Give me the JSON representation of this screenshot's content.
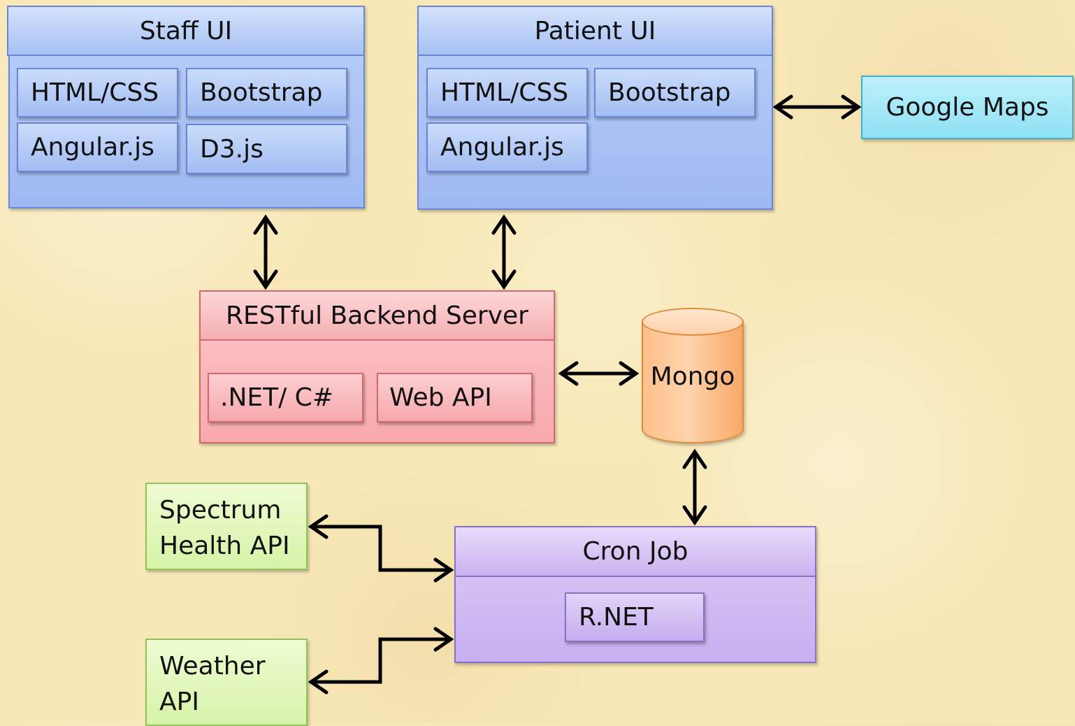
{
  "staff_ui": {
    "title": "Staff UI",
    "components": [
      "HTML/CSS",
      "Bootstrap",
      "Angular.js",
      "D3.js"
    ]
  },
  "patient_ui": {
    "title": "Patient UI",
    "components": [
      "HTML/CSS",
      "Bootstrap",
      "Angular.js"
    ]
  },
  "google_maps": {
    "label": "Google Maps"
  },
  "backend": {
    "title": "RESTful Backend Server",
    "components": [
      ".NET/ C#",
      "Web API"
    ]
  },
  "database": {
    "label": "Mongo"
  },
  "cron_job": {
    "title": "Cron Job",
    "components": [
      "R.NET"
    ]
  },
  "external_apis": [
    {
      "label": "Spectrum\nHealth API"
    },
    {
      "label": "Weather\nAPI"
    }
  ],
  "colors": {
    "background": "#f8e8b8",
    "ui_blue": "#a7c1f3",
    "backend_red": "#f8a9ad",
    "cron_purple": "#c9b3f0",
    "api_green": "#d6f3a8",
    "maps_cyan": "#8fe0f4",
    "mongo_orange": "#ffbf8a",
    "arrow": "#000000"
  }
}
